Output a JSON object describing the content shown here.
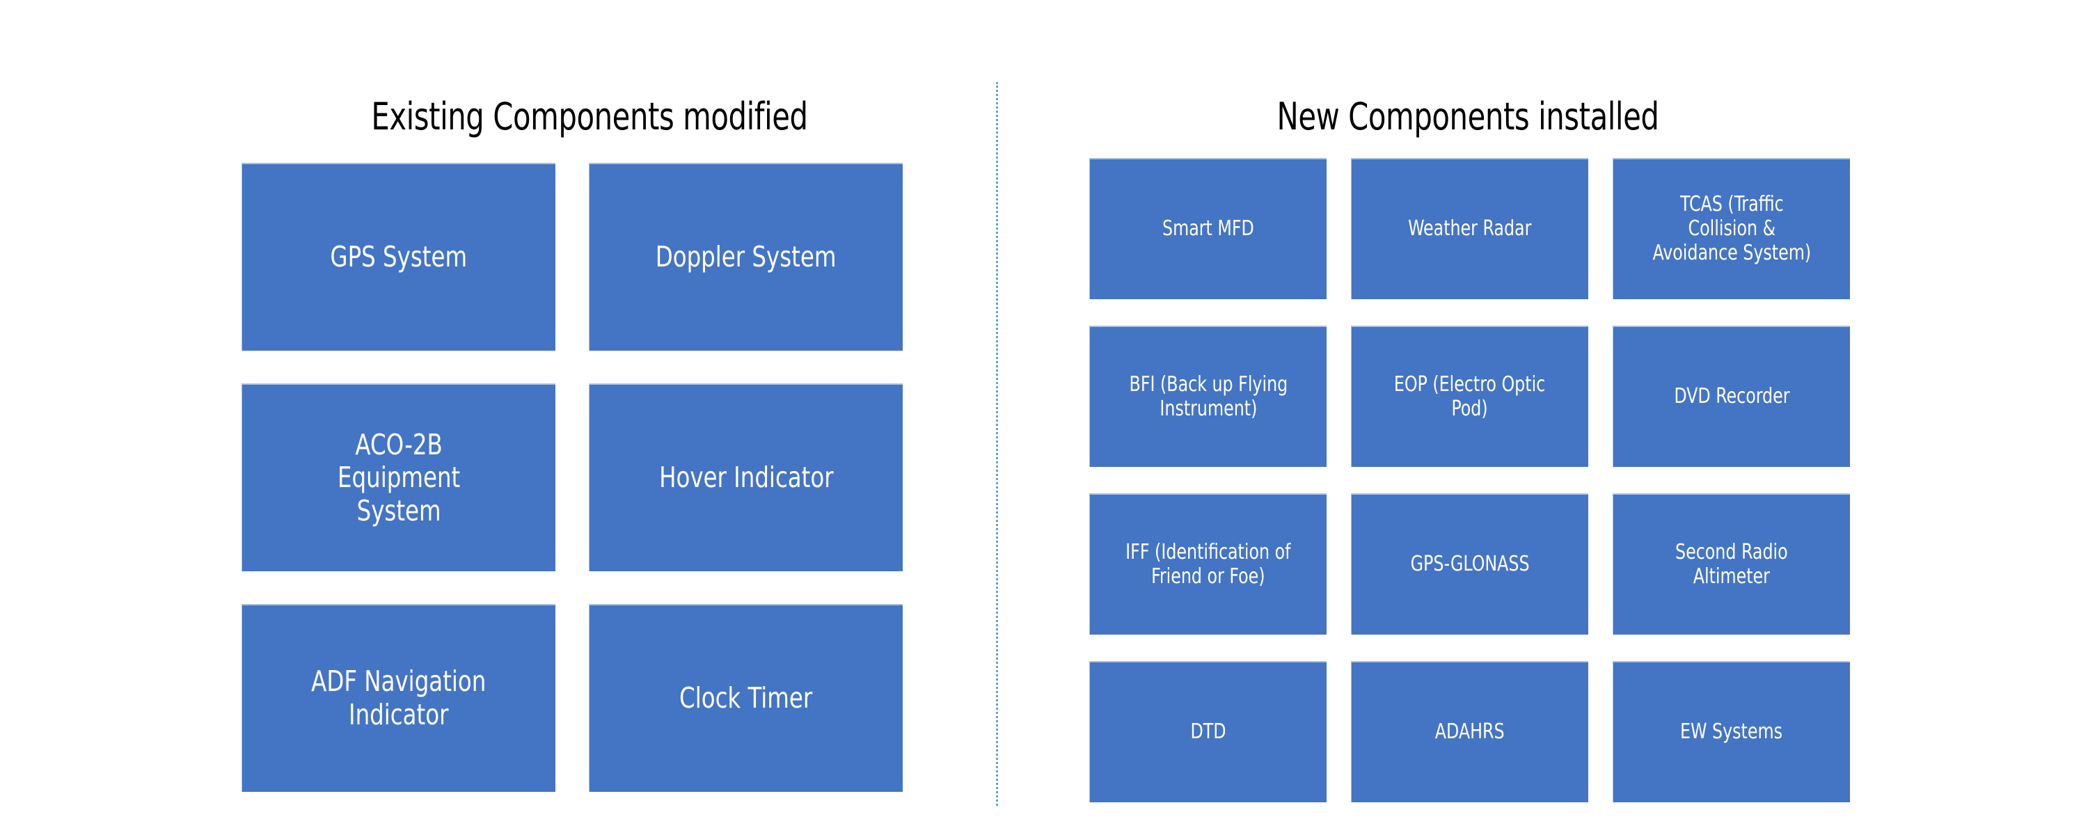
{
  "theme": {
    "background": "#ffffff",
    "box_fill": "#4474c4",
    "box_text": "#ffffff",
    "title_text": "#000000",
    "divider_color": "#5b9bd5"
  },
  "sections": [
    {
      "id": "existing",
      "title": "Existing Components modified",
      "columns": 2,
      "rows": 3,
      "items": [
        {
          "label": "GPS System"
        },
        {
          "label": "Doppler System"
        },
        {
          "label": "ACO-2B\nEquipment\nSystem"
        },
        {
          "label": "Hover Indicator"
        },
        {
          "label": "ADF Navigation\nIndicator"
        },
        {
          "label": "Clock Timer"
        }
      ]
    },
    {
      "id": "new",
      "title": "New Components installed",
      "columns": 3,
      "rows": 4,
      "items": [
        {
          "label": "Smart MFD"
        },
        {
          "label": "Weather Radar"
        },
        {
          "label": "TCAS (Traffic\nCollision &\nAvoidance System)"
        },
        {
          "label": "BFI (Back up Flying\nInstrument)"
        },
        {
          "label": "EOP (Electro Optic\nPod)"
        },
        {
          "label": "DVD Recorder"
        },
        {
          "label": "IFF (Identification of\nFriend or Foe)"
        },
        {
          "label": "GPS-GLONASS"
        },
        {
          "label": "Second Radio\nAltimeter"
        },
        {
          "label": "DTD"
        },
        {
          "label": "ADAHRS"
        },
        {
          "label": "EW Systems"
        }
      ]
    }
  ],
  "divider": {
    "name": "section-divider",
    "style": "dotted-vertical"
  }
}
